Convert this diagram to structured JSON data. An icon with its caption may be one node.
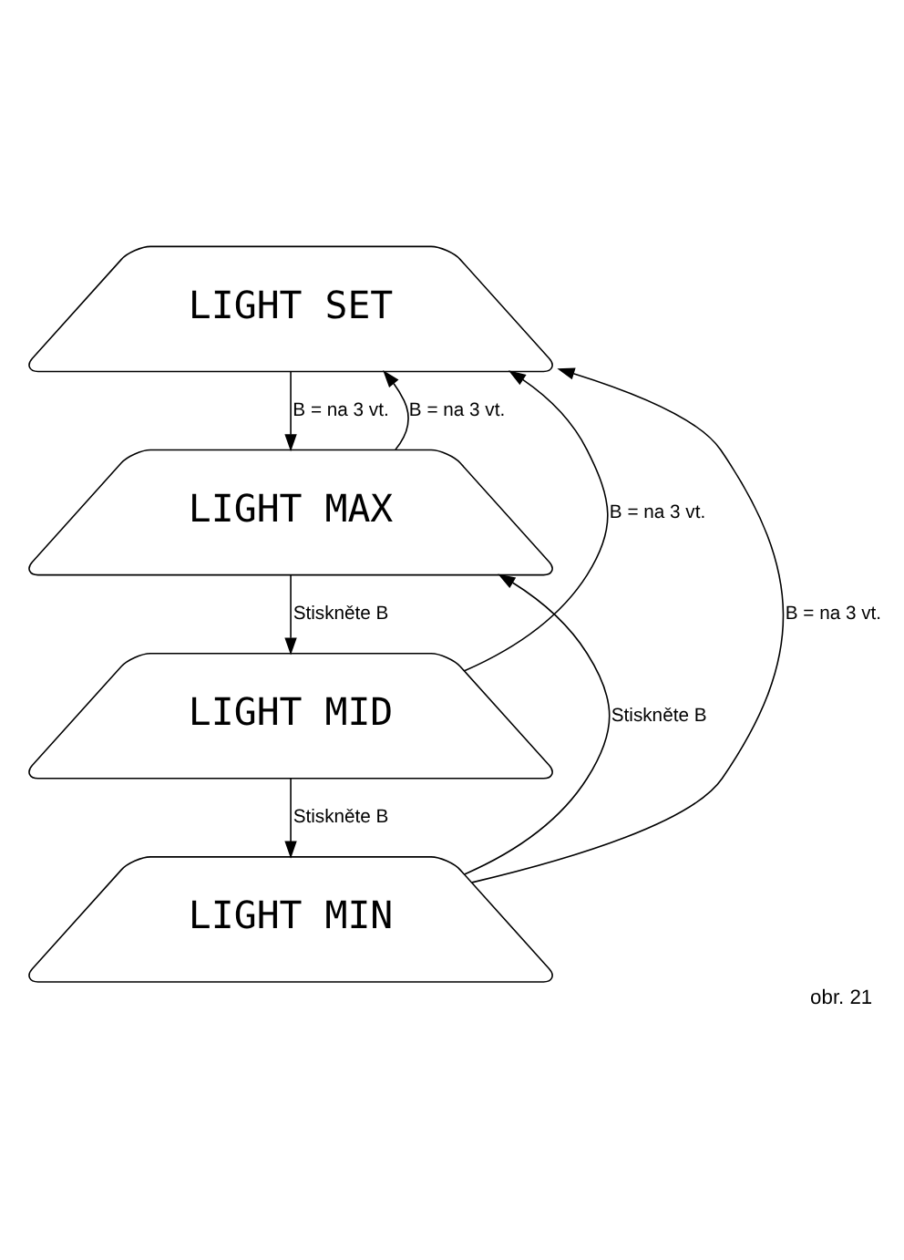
{
  "diagram": {
    "caption": "obr. 21",
    "nodes": [
      {
        "text": [
          "LIGHT SET"
        ]
      },
      {
        "text": [
          "LIGHT MAX"
        ]
      },
      {
        "text": [
          "LIGHT MID"
        ]
      },
      {
        "text": [
          "LIGHT MIN"
        ]
      }
    ],
    "edges": [
      {
        "from": 0,
        "to": 1,
        "arrow": "to",
        "label": "B = na 3 vt."
      },
      {
        "from": 1,
        "to": 2,
        "arrow": "to",
        "label": "Stiskněte B"
      },
      {
        "from": 2,
        "to": 3,
        "arrow": "to",
        "label": "Stiskněte B"
      },
      {
        "from": 3,
        "to": 1,
        "arrow": "to",
        "label": "Stiskněte B"
      },
      {
        "from": 1,
        "to": 0,
        "arrow": "to",
        "label": "B = na 3 vt."
      },
      {
        "from": 2,
        "to": 0,
        "arrow": "to",
        "label": "B = na 3 vt."
      },
      {
        "from": 3,
        "to": 0,
        "arrow": "to",
        "label": "B = na 3 vt."
      }
    ]
  }
}
